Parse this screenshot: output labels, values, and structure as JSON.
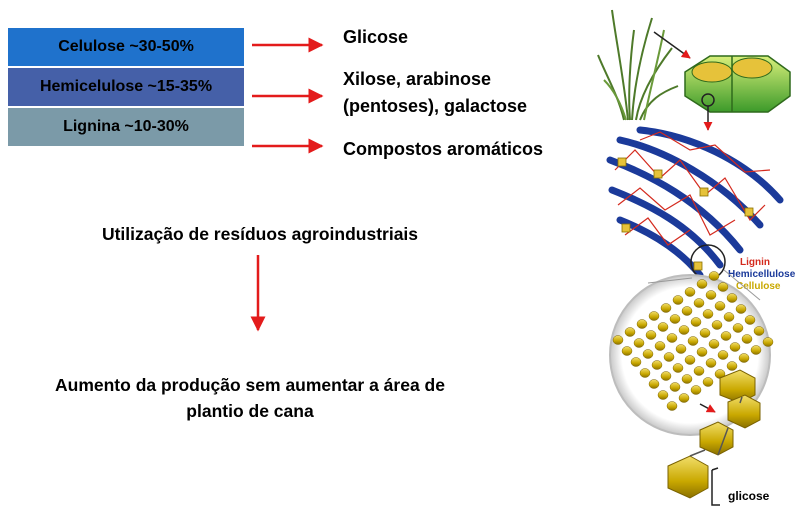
{
  "components": [
    {
      "label": "Celulose ~30-50%",
      "color": "#1f72cc"
    },
    {
      "label": "Hemicelulose ~15-35%",
      "color": "#4560a8"
    },
    {
      "label": "Lignina ~10-30%",
      "color": "#7b9aa8"
    }
  ],
  "products": [
    "Glicose",
    "Xilose, arabinose",
    "(pentoses), galactose",
    "Compostos aromáticos"
  ],
  "flow": {
    "step1": "Utilização de resíduos agroindustriais",
    "step2_line1": "Aumento da produção sem aumentar a área de",
    "step2_line2": "plantio de cana"
  },
  "illustration": {
    "labels": {
      "lignin": "Lignin",
      "hemicellulose": "Hemicellulose",
      "cellulose": "Cellulose",
      "glicose": "glicose"
    },
    "colors": {
      "lignin": "#d42a1e",
      "hemicellulose": "#1b3a9a",
      "cellulose": "#c9a800",
      "arrow": "#e31b1b"
    }
  }
}
